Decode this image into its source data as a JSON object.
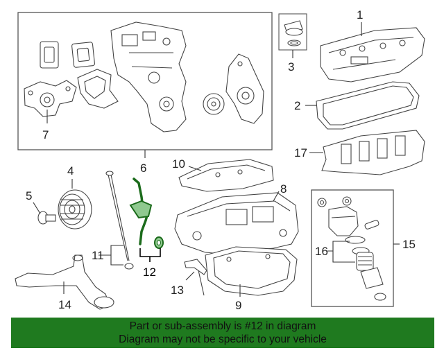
{
  "callouts": {
    "c1": "1",
    "c2": "2",
    "c3": "3",
    "c4": "4",
    "c5": "5",
    "c6": "6",
    "c7": "7",
    "c8": "8",
    "c9": "9",
    "c10": "10",
    "c11": "11",
    "c12": "12",
    "c13": "13",
    "c14": "14",
    "c15": "15",
    "c16": "16",
    "c17": "17"
  },
  "highlighted_part": "12",
  "colors": {
    "highlight": "#1b6b1b",
    "banner": "#1f7a1f"
  },
  "banner": {
    "line1": "Part or sub-assembly is #12 in diagram",
    "line2": "Diagram may not be specific to your vehicle"
  }
}
